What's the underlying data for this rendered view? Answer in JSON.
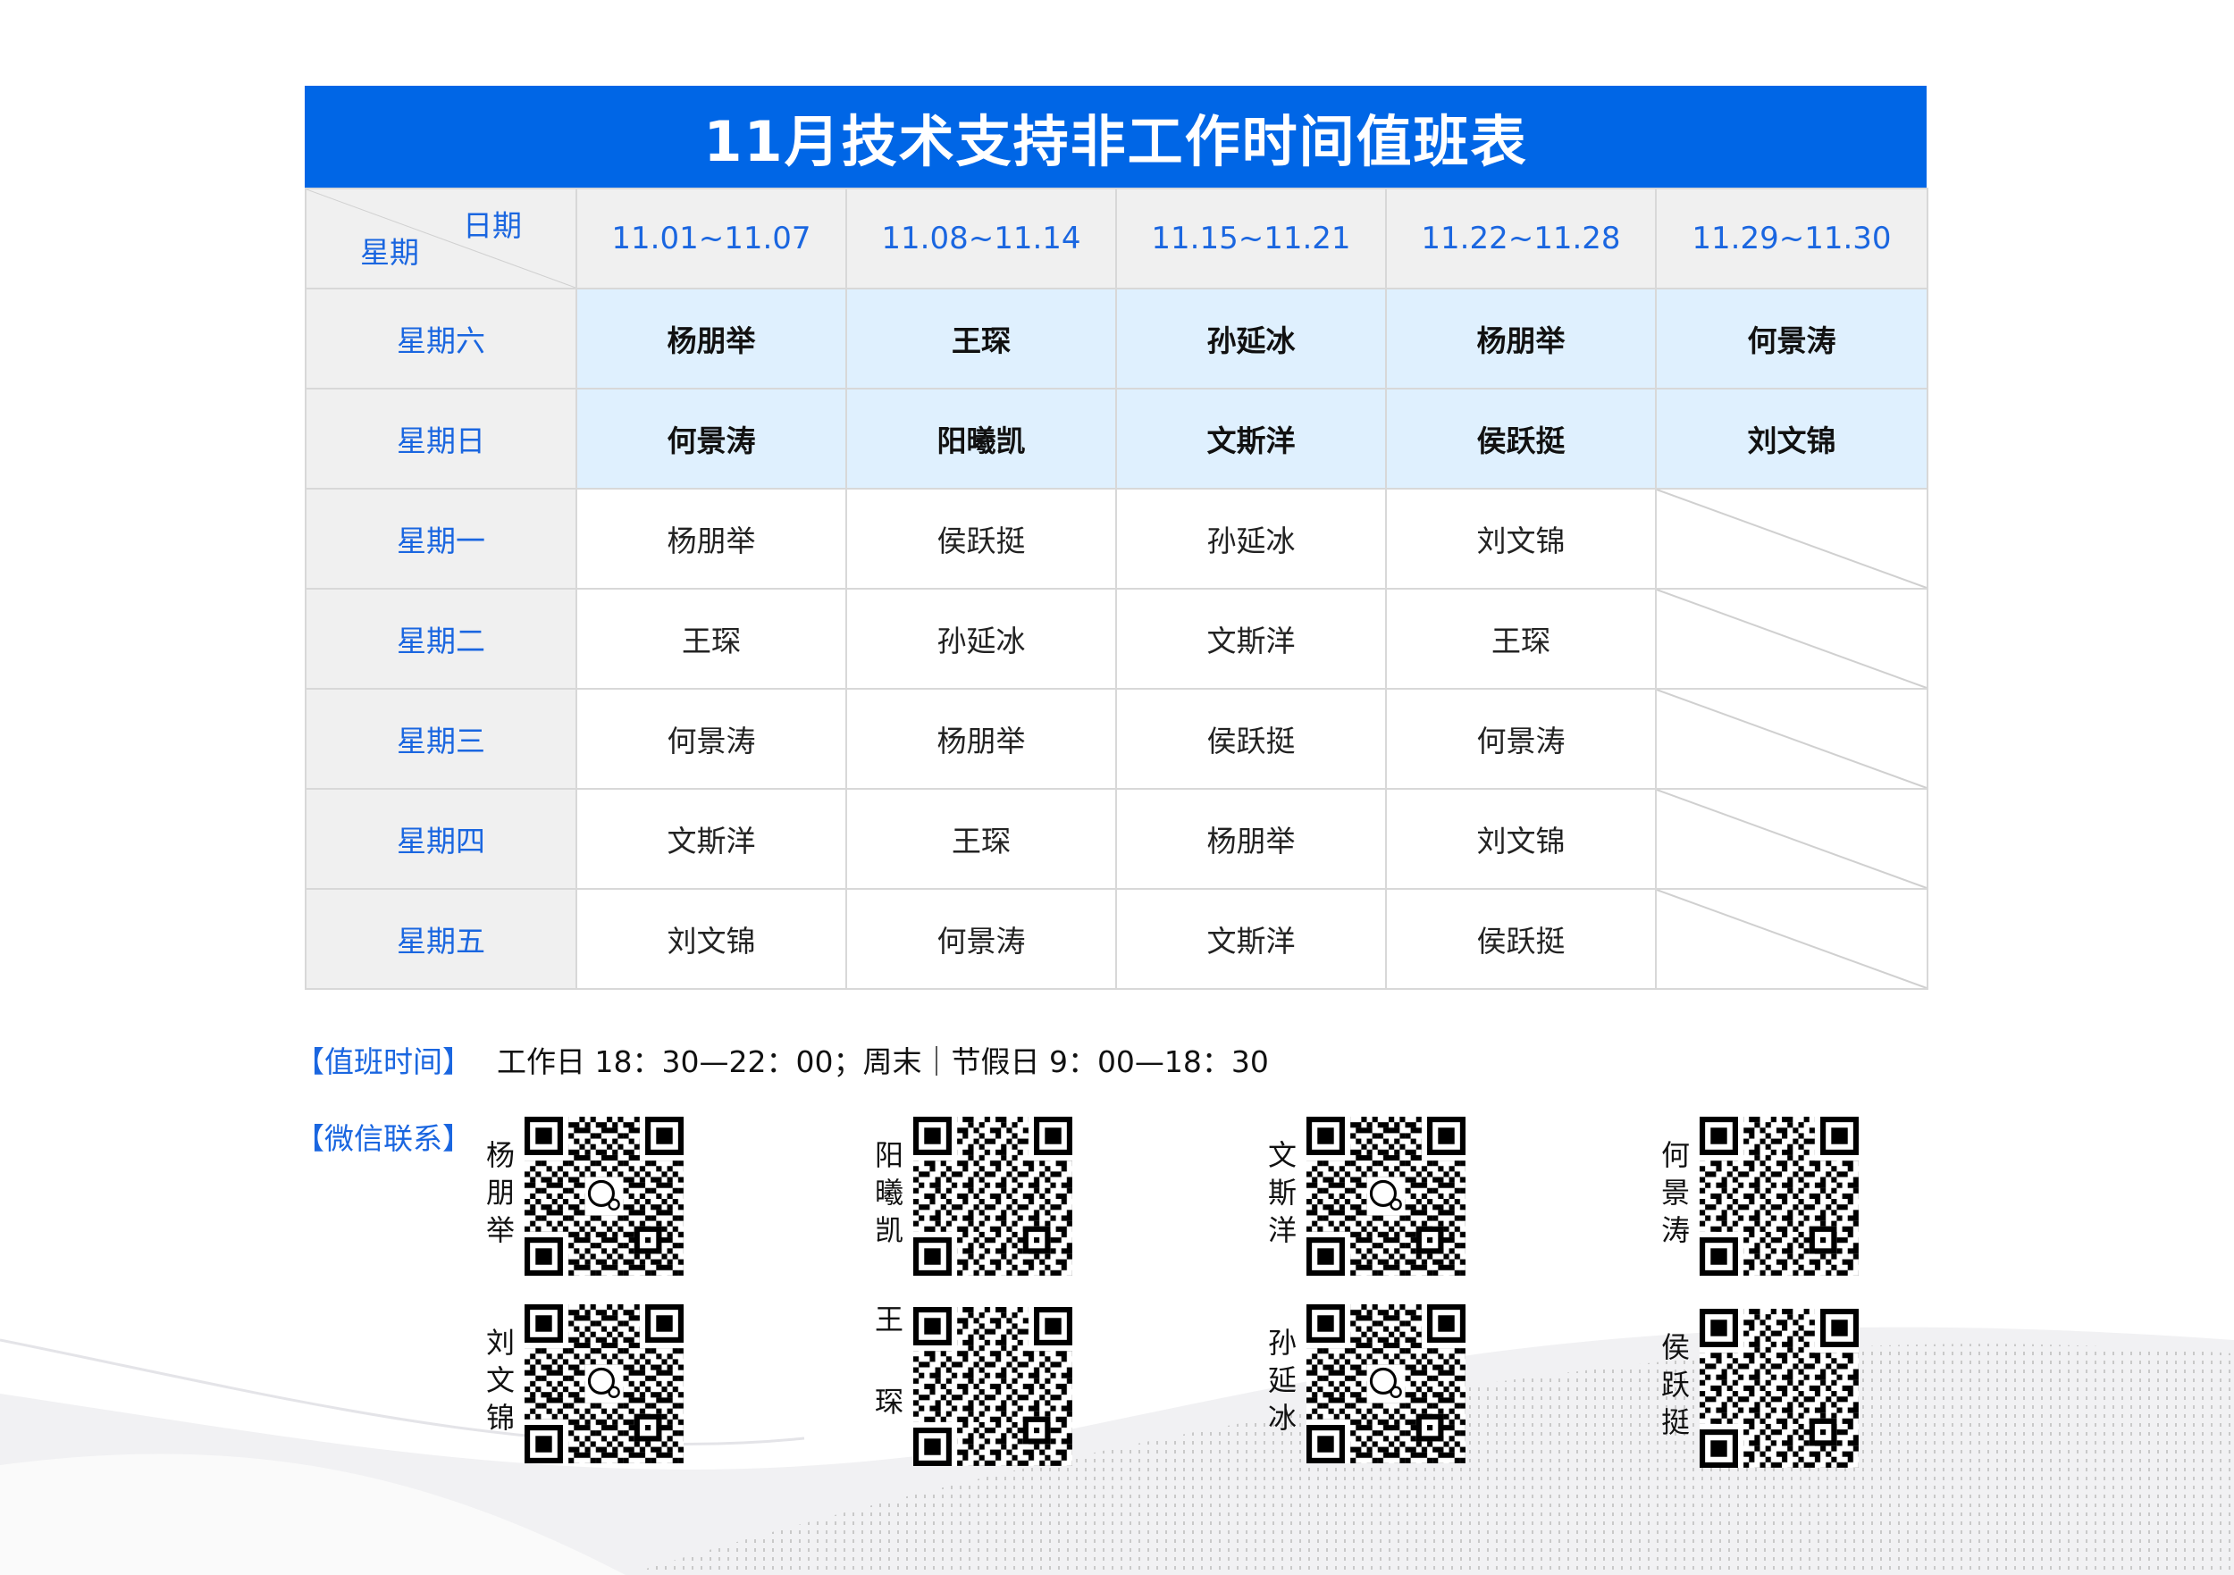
{
  "title": "11月技术支持非工作时间值班表",
  "corner": {
    "top": "日期",
    "bottom": "星期"
  },
  "date_ranges": [
    "11.01~11.07",
    "11.08~11.14",
    "11.15~11.21",
    "11.22~11.28",
    "11.29~11.30"
  ],
  "rows": [
    {
      "day": "星期六",
      "weekend": true,
      "cells": [
        "杨朋举",
        "王琛",
        "孙延冰",
        "杨朋举",
        "何景涛"
      ]
    },
    {
      "day": "星期日",
      "weekend": true,
      "cells": [
        "何景涛",
        "阳曦凯",
        "文斯洋",
        "侯跃挺",
        "刘文锦"
      ]
    },
    {
      "day": "星期一",
      "weekend": false,
      "cells": [
        "杨朋举",
        "侯跃挺",
        "孙延冰",
        "刘文锦",
        ""
      ]
    },
    {
      "day": "星期二",
      "weekend": false,
      "cells": [
        "王琛",
        "孙延冰",
        "文斯洋",
        "王琛",
        ""
      ]
    },
    {
      "day": "星期三",
      "weekend": false,
      "cells": [
        "何景涛",
        "杨朋举",
        "侯跃挺",
        "何景涛",
        ""
      ]
    },
    {
      "day": "星期四",
      "weekend": false,
      "cells": [
        "文斯洋",
        "王琛",
        "杨朋举",
        "刘文锦",
        ""
      ]
    },
    {
      "day": "星期五",
      "weekend": false,
      "cells": [
        "刘文锦",
        "何景涛",
        "文斯洋",
        "侯跃挺",
        ""
      ]
    }
  ],
  "duty_time": {
    "label": "【值班时间】",
    "text": "工作日 18：30—22：00；周末｜节假日 9：00—18：30"
  },
  "wechat": {
    "label": "【微信联系】",
    "contacts": [
      {
        "name": "杨朋举",
        "icon": "wechat-qr-code"
      },
      {
        "name": "阳曦凯",
        "icon": "wechat-qr-code"
      },
      {
        "name": "文斯洋",
        "icon": "wechat-qr-code"
      },
      {
        "name": "何景涛",
        "icon": "wechat-qr-code"
      },
      {
        "name": "刘文锦",
        "icon": "wechat-qr-code"
      },
      {
        "name": "王琛",
        "icon": "wechat-qr-code"
      },
      {
        "name": "孙延冰",
        "icon": "wechat-qr-code"
      },
      {
        "name": "侯跃挺",
        "icon": "wechat-qr-code"
      }
    ]
  },
  "colors": {
    "accent": "#0066e6",
    "label_blue": "#1a66e0",
    "weekend_bg": "#dff0fe",
    "header_bg": "#f0f0f0"
  }
}
